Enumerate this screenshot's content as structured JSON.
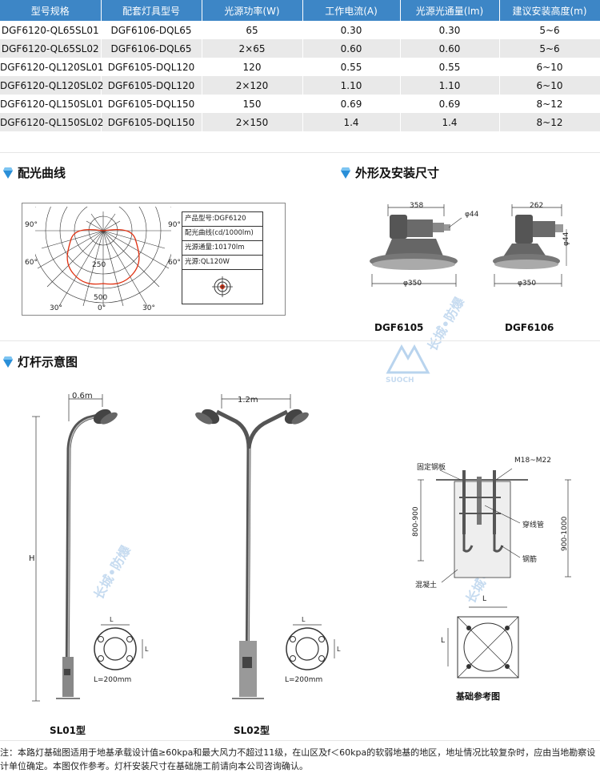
{
  "table": {
    "headers": [
      "型号规格",
      "配套灯具型号",
      "光源功率(W)",
      "工作电流(A)",
      "光源光通量(lm)",
      "建议安装高度(m)"
    ],
    "rows": [
      [
        "DGF6120-QL65SL01",
        "DGF6106-DQL65",
        "65",
        "0.30",
        "0.30",
        "5~6"
      ],
      [
        "DGF6120-QL65SL02",
        "DGF6106-DQL65",
        "2×65",
        "0.60",
        "0.60",
        "5~6"
      ],
      [
        "DGF6120-QL120SL01",
        "DGF6105-DQL120",
        "120",
        "0.55",
        "0.55",
        "6~10"
      ],
      [
        "DGF6120-QL120SL02",
        "DGF6105-DQL120",
        "2×120",
        "1.10",
        "1.10",
        "6~10"
      ],
      [
        "DGF6120-QL150SL01",
        "DGF6105-DQL150",
        "150",
        "0.69",
        "0.69",
        "8~12"
      ],
      [
        "DGF6120-QL150SL02",
        "DGF6105-DQL150",
        "2×150",
        "1.4",
        "1.4",
        "8~12"
      ]
    ]
  },
  "sections": {
    "light_curve": "配光曲线",
    "dimensions": "外形及安装尺寸",
    "pole": "灯杆示意图"
  },
  "curve": {
    "angle_left_top": "90°",
    "angle_left_mid": "60°",
    "angle_right_top": "90°",
    "angle_right_mid": "60°",
    "bottom_left": "30°",
    "bottom_mid": "0°",
    "bottom_right": "30°",
    "radial_250": "250",
    "radial_500": "500",
    "info": [
      "产品型号:DGF6120",
      "配光曲线(cd/1000lm)",
      "光源通量:10170lm",
      "光源:QL120W"
    ]
  },
  "dims": {
    "d6105_width": "358",
    "d6105_phi44": "φ44",
    "d6105_phi350": "φ350",
    "d6106_width": "262",
    "d6106_phi44": "φ44",
    "d6106_phi350": "φ350",
    "label_6105": "DGF6105",
    "label_6106": "DGF6106"
  },
  "pole": {
    "sl01_arm": "0.6m",
    "sl02_arm": "1.2m",
    "height_label": "H",
    "flange_L": "L",
    "flange_note": "L=200mm",
    "sl01_label": "SL01型",
    "sl02_label": "SL02型"
  },
  "foundation": {
    "plate": "固定钢板",
    "bolt": "M18~M22",
    "conduit": "穿线管",
    "rebar": "钢筋",
    "concrete": "混凝土",
    "dim_left": "800-900",
    "dim_right": "900-1000",
    "plan_L": "L",
    "plan_L2": "L",
    "caption": "基础参考图"
  },
  "watermark": "长城•防爆",
  "watermark_en": "SUOCH",
  "note": {
    "line1": "注：本路灯基础图适用于地基承载设计值≥60kpa和最大风力不超过11级，在山区及f＜60kpa的软弱地基的地区，地址情况比较复杂时，应由当地勘察设",
    "line2": "计单位确定。本图仅作参考。灯杆安装尺寸在基础施工前请向本公司咨询确认。"
  },
  "colors": {
    "header": "#3d86c6",
    "curve": "#e03010",
    "gem": "#2a8fd8"
  }
}
